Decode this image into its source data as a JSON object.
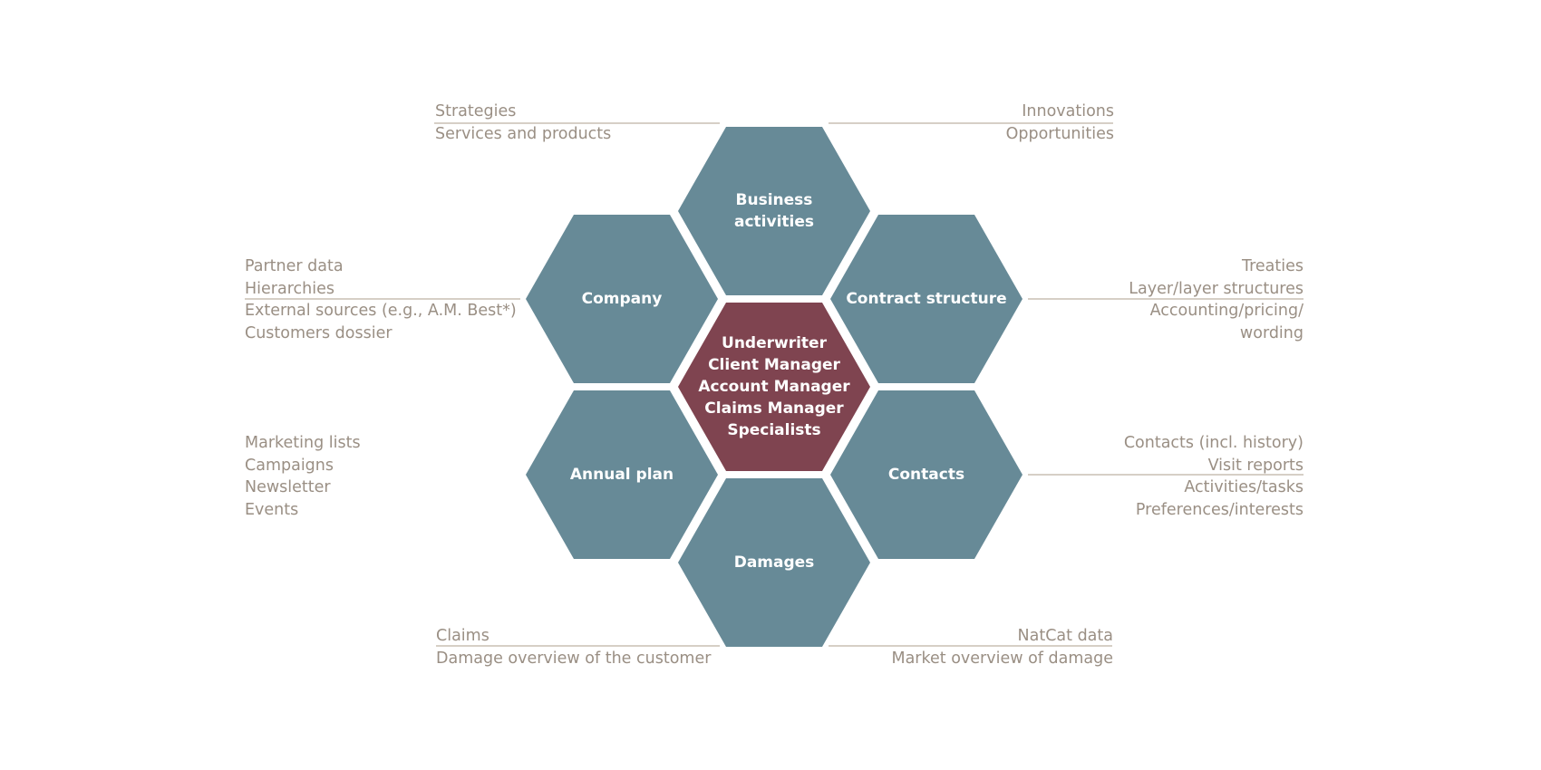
{
  "colors": {
    "hex_outer": "#678a97",
    "hex_center": "#7f4450",
    "connector_line": "#c9bfb3",
    "note_text": "#9a8f84",
    "hex_text": "#ffffff"
  },
  "center": {
    "lines": [
      "Underwriter",
      "Client Manager",
      "Account Manager",
      "Claims Manager",
      "Specialists"
    ]
  },
  "hexagons": {
    "business_activities": "Business activities",
    "company": "Company",
    "contract_structure": "Contract structure",
    "annual_plan": "Annual plan",
    "contacts": "Contacts",
    "damages": "Damages"
  },
  "notes": {
    "top_left": [
      "Strategies",
      "Services and products"
    ],
    "top_right": [
      "Innovations",
      "Opportunities"
    ],
    "mid_left": [
      "Partner data",
      "Hierarchies",
      "External sources (e.g., A.M. Best*)",
      "Customers dossier"
    ],
    "mid_right": [
      "Treaties",
      "Layer/layer structures",
      "Accounting/pricing/",
      "wording"
    ],
    "lower_left": [
      "Marketing lists",
      "Campaigns",
      "Newsletter",
      "Events"
    ],
    "lower_right": [
      "Contacts (incl. history)",
      "Visit reports",
      "Activities/tasks",
      "Preferences/interests"
    ],
    "bottom_left": [
      "Claims",
      "Damage overview of the customer"
    ],
    "bottom_right": [
      "NatCat data",
      "Market overview of damage"
    ]
  }
}
